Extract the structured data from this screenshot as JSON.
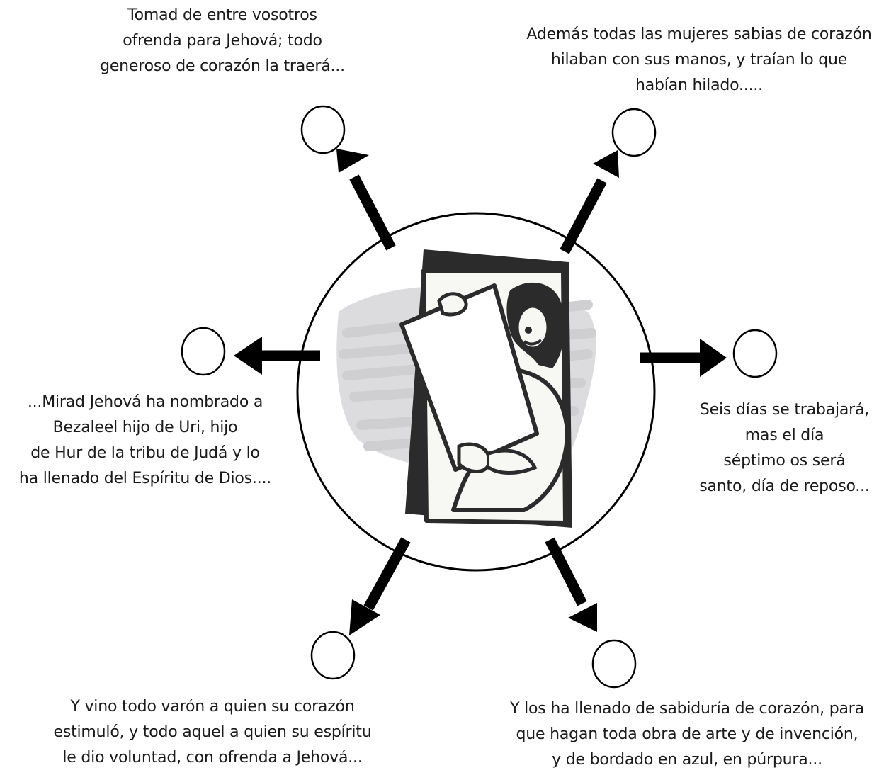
{
  "colors": {
    "ink": "#000000",
    "paper": "#ffffff",
    "smudge": "#d9d9db"
  },
  "illustration": {
    "icon": "woman-holding-blank-board-icon"
  },
  "verses": {
    "top_left": [
      "Tomad de entre vosotros",
      "ofrenda para Jehová; todo",
      "generoso de corazón la traerá..."
    ],
    "top_right": [
      "Además todas las mujeres sabias de corazón",
      "hilaban con sus manos, y traían lo que",
      "habían hilado....."
    ],
    "left": [
      "...Mirad Jehová ha nombrado a",
      "Bezaleel hijo de Uri, hijo",
      "de Hur de la tribu de Judá y lo",
      "ha llenado del Espíritu de Dios...."
    ],
    "right": [
      "Seis días se trabajará,",
      "mas el día",
      "séptimo os será",
      "santo, día de reposo..."
    ],
    "bottom_left": [
      "Y vino todo varón a quien su corazón",
      "estimuló, y todo aquel a quien su espíritu",
      "le dio voluntad, con ofrenda a Jehová..."
    ],
    "bottom_right": [
      "Y los ha llenado de sabiduría de corazón, para",
      "que hagan toda obra de arte y de invención,",
      "y de bordado en azul, en púrpura..."
    ]
  }
}
